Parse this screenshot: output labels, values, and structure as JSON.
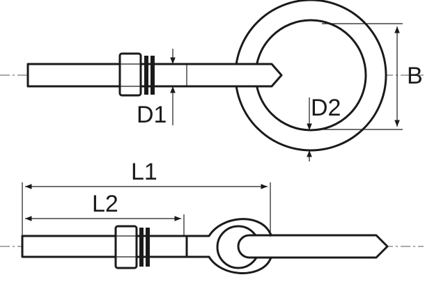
{
  "drawing": {
    "title": "",
    "labels": {
      "B": "B",
      "D1": "D1",
      "D2": "D2",
      "L1": "L1",
      "L2": "L2"
    },
    "line_color": "#1a1a1a",
    "background": "#ffffff"
  }
}
